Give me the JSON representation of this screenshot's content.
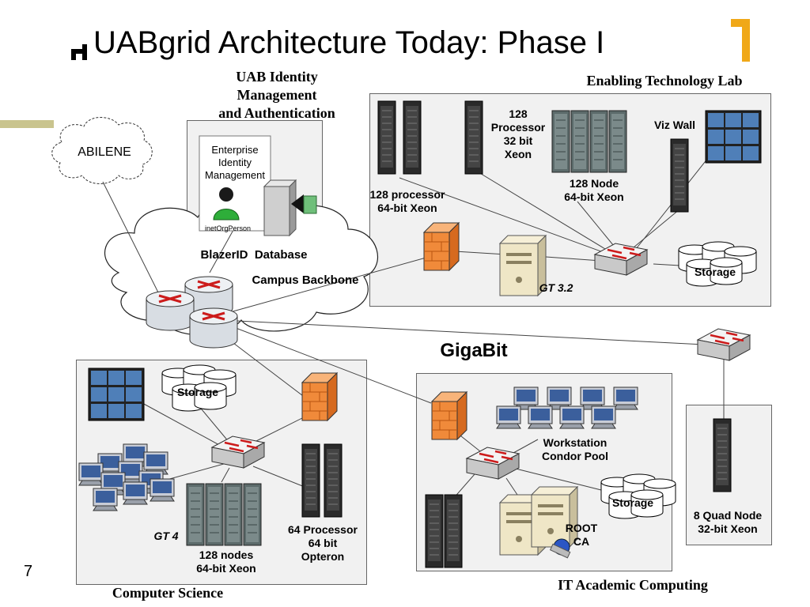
{
  "title": "UABgrid Architecture Today: Phase I",
  "slide_number": "7",
  "accent_color": "#c9c48e",
  "bullet_color": "#000000",
  "corner_color": "#f0a818",
  "regions": {
    "identity": {
      "heading": "UAB Identity\nManagement\nand Authentication",
      "system_label": "Enterprise\nIdentity\nManagement",
      "person_caption": "inetOrgPerson",
      "footer": "BlazerID  Database"
    },
    "etl": {
      "heading": "Enabling Technology Lab",
      "servers_128_proc_xeon": "128 processor\n64-bit Xeon",
      "servers_128_32bit": "128\nProcessor\n32 bit\nXeon",
      "servers_128_node": "128 Node\n64-bit Xeon",
      "viz_wall": "Viz Wall",
      "storage": "Storage",
      "gt_label": "GT 3.2"
    },
    "cs": {
      "heading": "Computer Science",
      "storage": "Storage",
      "gt_label": "GT 4",
      "nodes": "128 nodes\n64-bit Xeon",
      "opteron": "64 Processor\n64 bit\nOpteron"
    },
    "itac": {
      "heading": "IT Academic Computing",
      "workstations": "Workstation\nCondor Pool",
      "storage": "Storage",
      "root_ca": "ROOT\nCA"
    },
    "quad": {
      "label": "8 Quad Node\n32-bit Xeon"
    }
  },
  "network": {
    "internet": "ABILENE",
    "backbone": "Campus Backbone",
    "gigabit": "GigaBit"
  },
  "colors": {
    "firewall": "#f08a3a",
    "switch": "#f0f0f0",
    "arrow_red": "#cc1b1b",
    "viz_blue": "#4f7fb8",
    "cloud_fill": "#ffffff",
    "box_fill": "#f1f1f1"
  }
}
